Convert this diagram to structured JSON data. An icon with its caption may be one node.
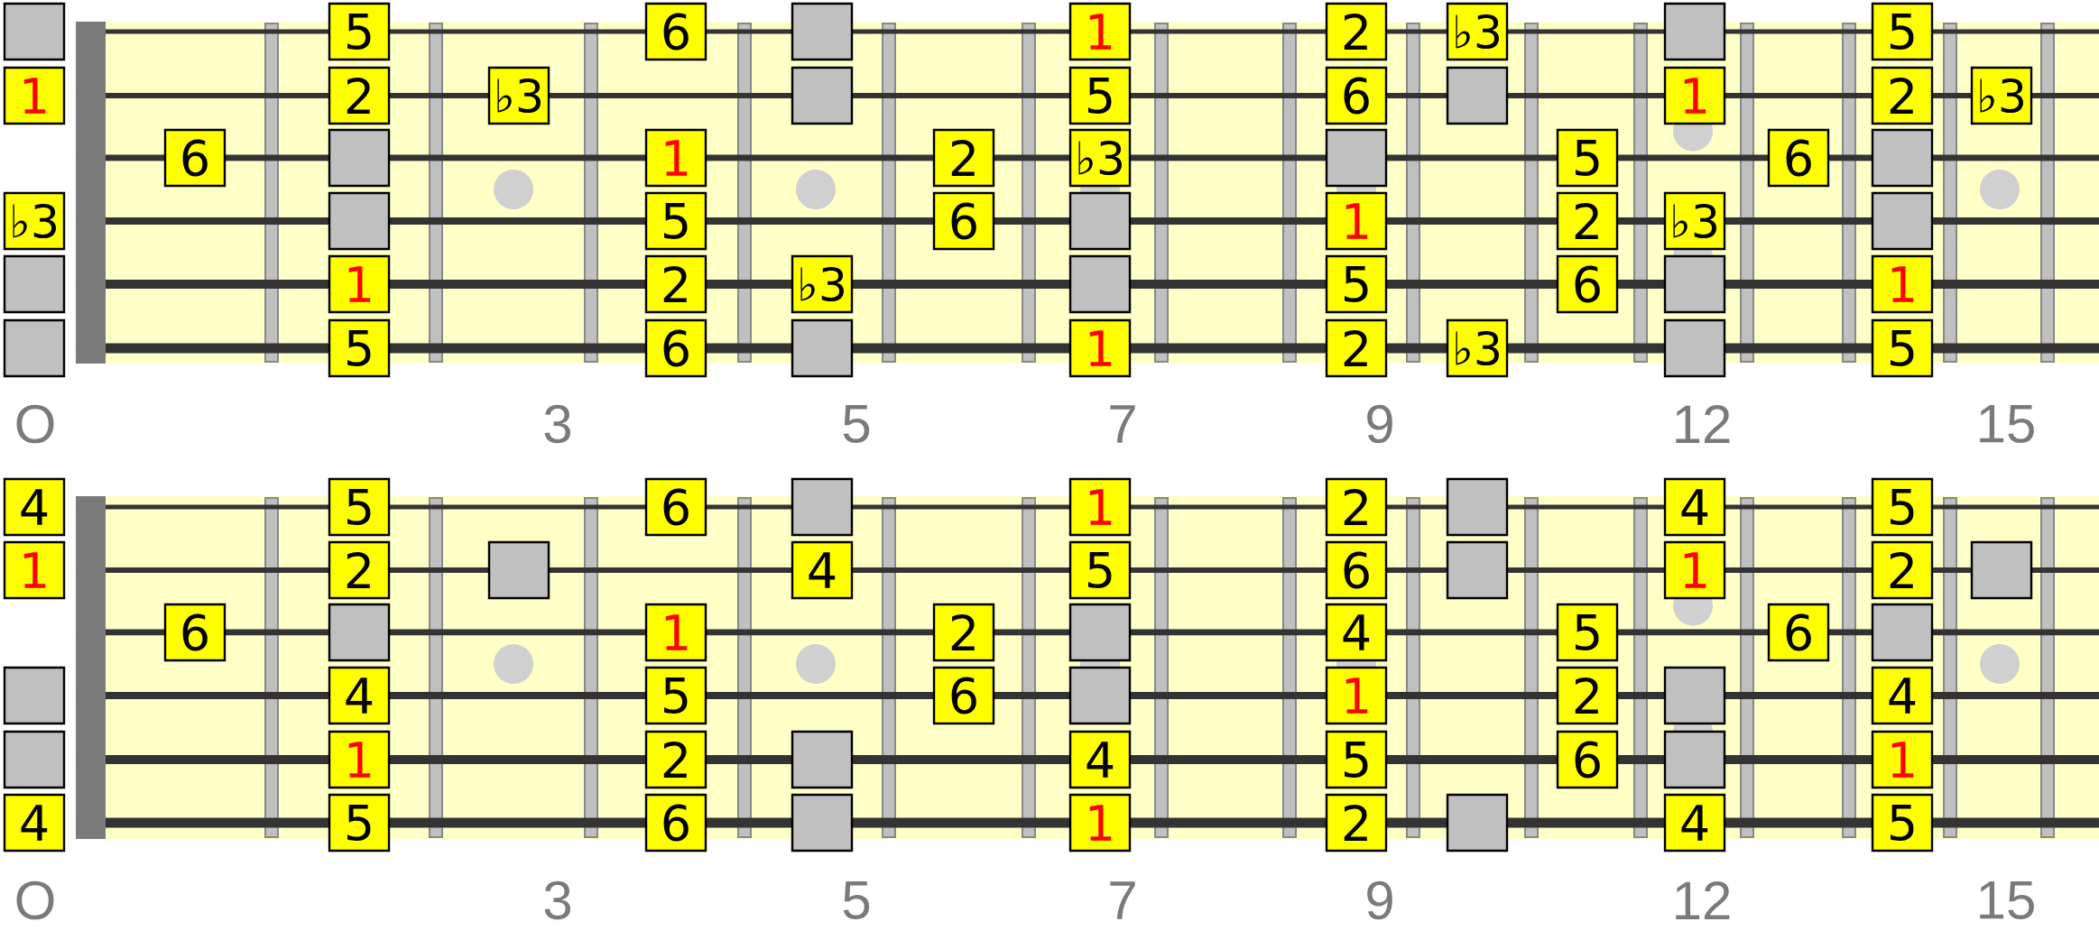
{
  "diagram": {
    "nodes": [
      {
        "text": [],
        "shape": "box"
      },
      {
        "text": [
          "5"
        ]
      },
      {
        "text": [
          "6"
        ]
      },
      {
        "text": [],
        "shape": "box"
      },
      {
        "text": [
          "1"
        ]
      },
      {
        "text": [
          "2"
        ]
      },
      {
        "text": [
          "♭3"
        ]
      },
      {
        "text": [],
        "shape": "box"
      },
      {
        "text": [
          "5"
        ]
      },
      {
        "text": [
          "1"
        ]
      },
      {
        "text": [
          "2"
        ]
      },
      {
        "text": [
          "♭3"
        ]
      },
      {
        "text": [],
        "shape": "box"
      },
      {
        "text": [
          "5"
        ]
      },
      {
        "text": [
          "6"
        ]
      },
      {
        "text": [],
        "shape": "box"
      },
      {
        "text": [
          "1"
        ]
      },
      {
        "text": [
          "2"
        ]
      },
      {
        "text": [
          "♭3"
        ]
      },
      {
        "text": [
          "6"
        ]
      },
      {
        "text": [],
        "shape": "box"
      },
      {
        "text": [
          "1"
        ]
      },
      {
        "text": [
          "2"
        ]
      },
      {
        "text": [
          "♭3"
        ]
      },
      {
        "text": [],
        "shape": "box"
      },
      {
        "text": [
          "5"
        ]
      },
      {
        "text": [
          "6"
        ]
      },
      {
        "text": [],
        "shape": "box"
      },
      {
        "text": [
          "♭3"
        ]
      },
      {
        "text": [],
        "shape": "box"
      },
      {
        "text": [
          "5"
        ]
      },
      {
        "text": [
          "6"
        ]
      },
      {
        "text": [],
        "shape": "box"
      },
      {
        "text": [
          "1"
        ]
      },
      {
        "text": [
          "2"
        ]
      },
      {
        "text": [
          "♭3"
        ]
      },
      {
        "text": [],
        "shape": "box"
      },
      {
        "text": [],
        "shape": "box"
      },
      {
        "text": [
          "1"
        ]
      },
      {
        "text": [
          "2"
        ]
      },
      {
        "text": [
          "♭3"
        ]
      },
      {
        "text": [],
        "shape": "box"
      },
      {
        "text": [
          "5"
        ]
      },
      {
        "text": [
          "6"
        ]
      },
      {
        "text": [],
        "shape": "box"
      },
      {
        "text": [
          "1"
        ]
      },
      {
        "text": [],
        "shape": "box"
      },
      {
        "text": [
          "5"
        ]
      },
      {
        "text": [
          "6"
        ]
      },
      {
        "text": [],
        "shape": "box"
      },
      {
        "text": [
          "1"
        ]
      },
      {
        "text": [
          "2"
        ]
      },
      {
        "text": [
          "♭3"
        ]
      },
      {
        "text": [],
        "shape": "box"
      },
      {
        "text": [
          "5"
        ]
      },
      {
        "text": [
          "4"
        ]
      },
      {
        "text": [
          "5"
        ]
      },
      {
        "text": [
          "6"
        ]
      },
      {
        "text": [],
        "shape": "box"
      },
      {
        "text": [
          "1"
        ]
      },
      {
        "text": [
          "2"
        ]
      },
      {
        "text": [],
        "shape": "box"
      },
      {
        "text": [
          "4"
        ]
      },
      {
        "text": [
          "5"
        ]
      },
      {
        "text": [
          "1"
        ]
      },
      {
        "text": [
          "2"
        ]
      },
      {
        "text": [],
        "shape": "box"
      },
      {
        "text": [
          "4"
        ]
      },
      {
        "text": [
          "5"
        ]
      },
      {
        "text": [
          "6"
        ]
      },
      {
        "text": [],
        "shape": "box"
      },
      {
        "text": [
          "1"
        ]
      },
      {
        "text": [
          "2"
        ]
      },
      {
        "text": [],
        "shape": "box"
      },
      {
        "text": [
          "6"
        ]
      },
      {
        "text": [],
        "shape": "box"
      },
      {
        "text": [
          "1"
        ]
      },
      {
        "text": [
          "2"
        ]
      },
      {
        "text": [],
        "shape": "box"
      },
      {
        "text": [
          "4"
        ]
      },
      {
        "text": [
          "5"
        ]
      },
      {
        "text": [
          "6"
        ]
      },
      {
        "text": [],
        "shape": "box"
      },
      {
        "text": [],
        "shape": "box"
      },
      {
        "text": [
          "4"
        ]
      },
      {
        "text": [
          "5"
        ]
      },
      {
        "text": [
          "6"
        ]
      },
      {
        "text": [],
        "shape": "box"
      },
      {
        "text": [
          "1"
        ]
      },
      {
        "text": [
          "2"
        ]
      },
      {
        "text": [],
        "shape": "box"
      },
      {
        "text": [
          "4"
        ]
      },
      {
        "text": [],
        "shape": "box"
      },
      {
        "text": [
          "1"
        ]
      },
      {
        "text": [
          "2"
        ]
      },
      {
        "text": [],
        "shape": "box"
      },
      {
        "text": [
          "4"
        ]
      },
      {
        "text": [
          "5"
        ]
      },
      {
        "text": [
          "6"
        ]
      },
      {
        "text": [],
        "shape": "box"
      },
      {
        "text": [
          "1"
        ]
      },
      {
        "text": [
          "4"
        ]
      },
      {
        "text": [
          "5"
        ]
      },
      {
        "text": [
          "6"
        ]
      },
      {
        "text": [],
        "shape": "box"
      },
      {
        "text": [
          "1"
        ]
      },
      {
        "text": [
          "2"
        ]
      },
      {
        "text": [],
        "shape": "box"
      },
      {
        "text": [
          "4"
        ]
      },
      {
        "text": [
          "5"
        ]
      }
    ],
    "labels": [
      "O",
      "3",
      "5",
      "7",
      "9",
      "12",
      "15",
      "O",
      "3",
      "5",
      "7",
      "9",
      "12",
      "15"
    ]
  }
}
